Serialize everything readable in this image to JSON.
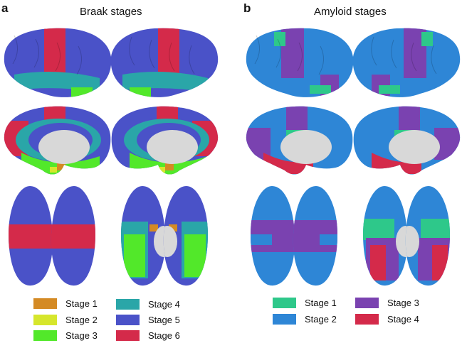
{
  "panels": [
    {
      "letter": "a",
      "title": "Braak stages",
      "base_color": "#4a52c8",
      "legend": [
        {
          "label": "Stage 1",
          "color": "#d48a24"
        },
        {
          "label": "Stage 2",
          "color": "#d6e62c"
        },
        {
          "label": "Stage 3",
          "color": "#52e82a"
        },
        {
          "label": "Stage 4",
          "color": "#2aa6a8"
        },
        {
          "label": "Stage 5",
          "color": "#4a52c8"
        },
        {
          "label": "Stage 6",
          "color": "#d42a4a"
        }
      ]
    },
    {
      "letter": "b",
      "title": "Amyloid stages",
      "base_color": "#2e86d6",
      "legend": [
        {
          "label": "Stage 1",
          "color": "#2ec88a"
        },
        {
          "label": "Stage 2",
          "color": "#2e86d6"
        },
        {
          "label": "Stage 3",
          "color": "#7a42b0"
        },
        {
          "label": "Stage 4",
          "color": "#d42a4a"
        }
      ]
    }
  ]
}
